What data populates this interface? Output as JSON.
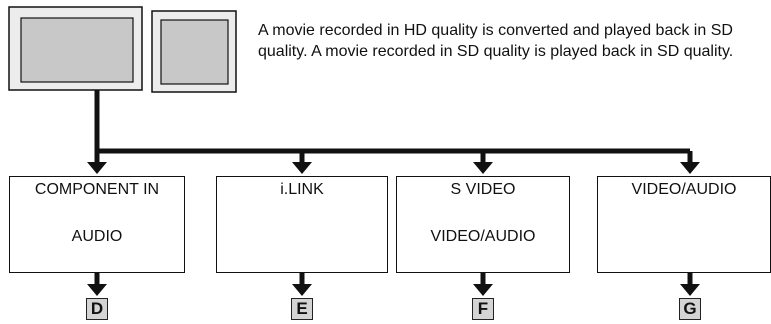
{
  "description": "A movie recorded in HD quality is converted and played back in SD quality. A movie recorded in SD quality is played back in SD quality.",
  "boxes": {
    "d": {
      "title": "COMPONENT IN",
      "sub": "AUDIO"
    },
    "e": {
      "title": "i.LINK"
    },
    "f": {
      "title": "S VIDEO",
      "sub": "VIDEO/AUDIO"
    },
    "g": {
      "title": "VIDEO/AUDIO"
    }
  },
  "letters": {
    "d": "D",
    "e": "E",
    "f": "F",
    "g": "G"
  }
}
